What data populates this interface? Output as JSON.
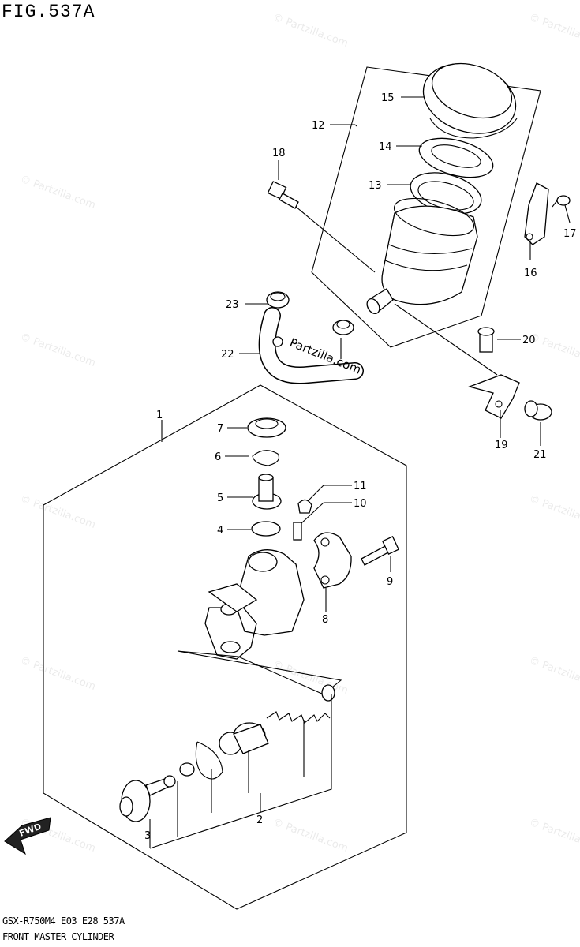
{
  "figure": {
    "title": "FIG.537A",
    "code": "GSX-R750M4_E03_E28_537A",
    "name": "FRONT MASTER CYLINDER"
  },
  "watermark": {
    "text": "© Partzilla.com",
    "center_text": "Partzilla.com"
  },
  "direction_label": "FWD",
  "callouts": [
    "1",
    "2",
    "3",
    "4",
    "5",
    "6",
    "7",
    "8",
    "9",
    "10",
    "11",
    "12",
    "13",
    "14",
    "15",
    "16",
    "17",
    "18",
    "19",
    "20",
    "21",
    "22",
    "23"
  ]
}
